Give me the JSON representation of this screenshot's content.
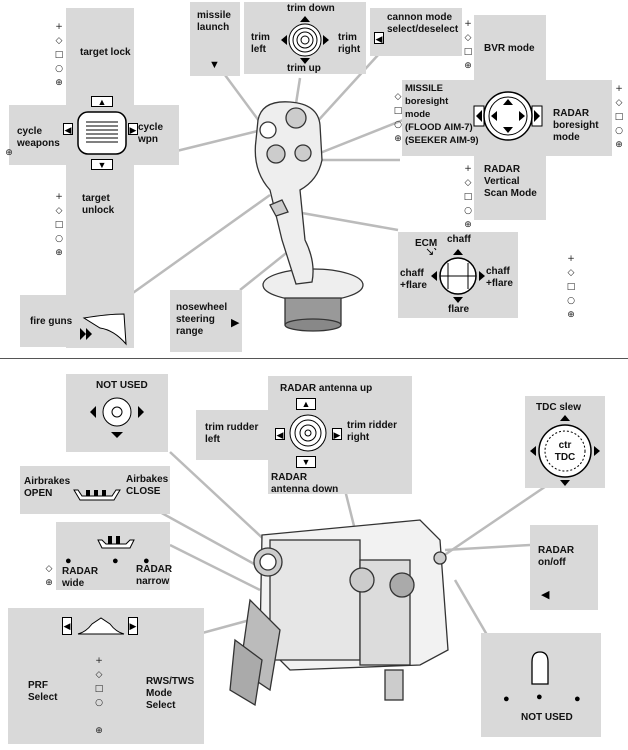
{
  "modifiers": [
    "+",
    "◇",
    "□",
    "○",
    "⊕"
  ],
  "stick": {
    "target_lock": "target lock",
    "target_unlock": "target\nunlock",
    "cycle_weapons": "cycle\nweapons",
    "cycle_wpn": "cycle\nwpn",
    "missile_launch": "missile\nlaunch",
    "trim_down": "trim down",
    "trim_left": "trim\nleft",
    "trim_right": "trim\nright",
    "trim_up": "trim up",
    "cannon_mode": "cannon mode\nselect/deselect",
    "bvr_mode": "BVR mode",
    "missile_boresight": "MISSILE\nboresight\nmode\n(FLOOD AIM-7)\n(SEEKER AIM-9)",
    "radar_boresight": "RADAR\nboresight\nmode",
    "radar_vertical": "RADAR\nVertical\nScan Mode",
    "ecm": "ECM",
    "chaff_top": "chaff",
    "chaff_flare_left": "chaff\n+flare",
    "chaff_flare_right": "chaff\n+flare",
    "flare": "flare",
    "fire_guns": "fire guns",
    "nosewheel": "nosewheel\nsteering\nrange"
  },
  "throttle": {
    "not_used_top": "NOT USED",
    "radar_antenna_up": "RADAR antenna up",
    "trim_rudder_left": "trim rudder\nleft",
    "trim_rudder_right": "trim ridder\nright",
    "radar_antenna_down": "RADAR\nantenna down",
    "tdc_slew": "TDC slew",
    "ctr_tdc": "ctr\nTDC",
    "airbrakes_open": "Airbrakes\nOPEN",
    "airbrakes_close": "Airbakes\nCLOSE",
    "radar_wide": "RADAR\nwide",
    "radar_narrow": "RADAR\nnarrow",
    "radar_onoff": "RADAR\non/off",
    "prf_select": "PRF\nSelect",
    "rws_tws": "RWS/TWS\nMode\nSelect",
    "not_used_bottom": "NOT USED"
  }
}
